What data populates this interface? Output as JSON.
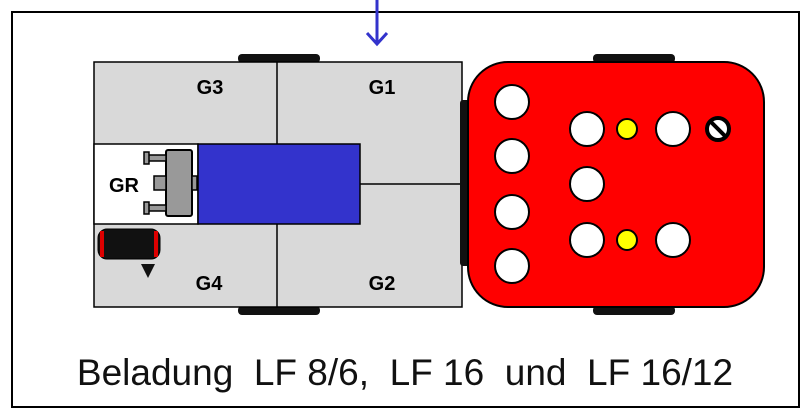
{
  "compartments": {
    "g1": "G1",
    "g2": "G2",
    "g3": "G3",
    "g4": "G4",
    "gr": "GR"
  },
  "caption": "Beladung  LF 8/6,  LF 16  und  LF 16/12",
  "colors": {
    "cab": "#ff0000",
    "blue_block": "#3333cc",
    "body_fill": "#d9d9d9",
    "seat_marker": "#ffff00",
    "arrow": "#3333cc"
  },
  "icons": [
    "down-arrow-icon",
    "no-entry-icon",
    "pump-icon",
    "hose-reel-icon"
  ]
}
